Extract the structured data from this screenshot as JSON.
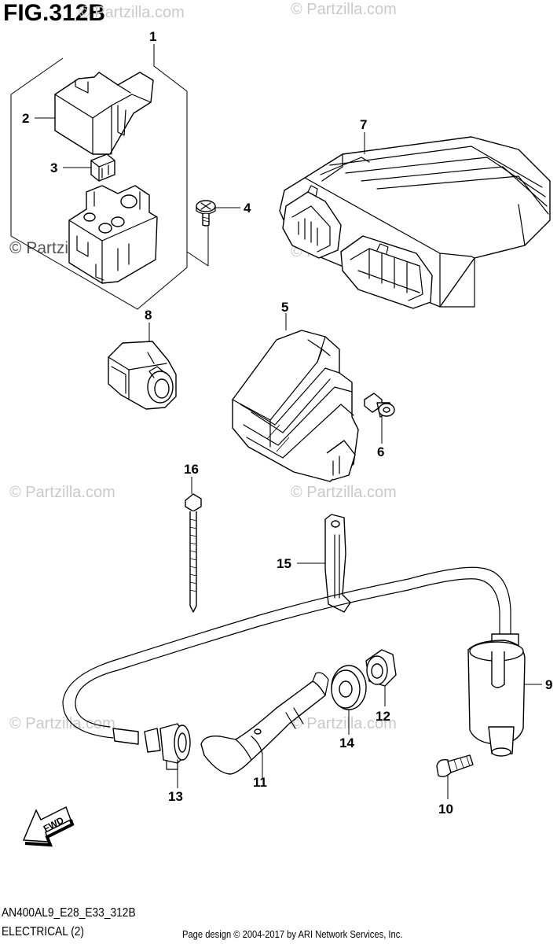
{
  "figure_title": "FIG.312B",
  "model_code": "AN400AL9_E28_E33_312B",
  "section_name": "ELECTRICAL (2)",
  "page_credit": "Page design © 2004-2017 by ARI Network Services, Inc.",
  "watermark": "© Partzilla.com",
  "fwd_label": "FWD",
  "callouts": {
    "c1": "1",
    "c2": "2",
    "c3": "3",
    "c4": "4",
    "c5": "5",
    "c6": "6",
    "c7": "7",
    "c8": "8",
    "c9": "9",
    "c10": "10",
    "c11": "11",
    "c12": "12",
    "c13": "13",
    "c14": "14",
    "c15": "15",
    "c16": "16"
  },
  "colors": {
    "line": "#000000",
    "watermark": "#c9c9c9",
    "background": "#ffffff"
  }
}
